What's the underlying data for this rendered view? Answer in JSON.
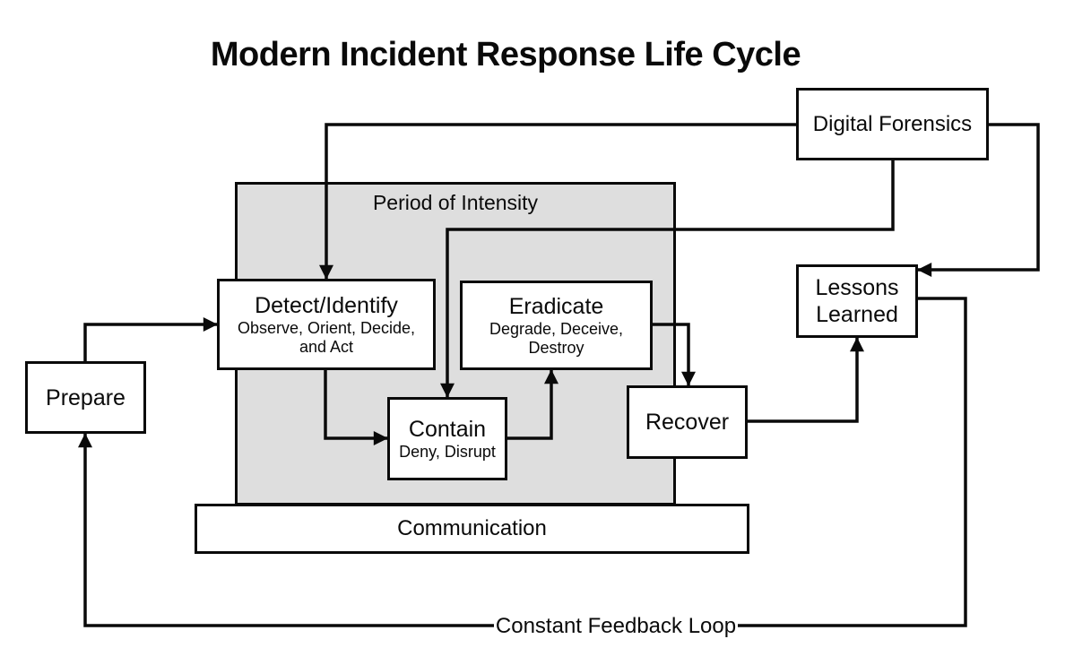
{
  "title": "Modern Incident Response Life Cycle",
  "regions": {
    "period_of_intensity": {
      "label": "Period of Intensity"
    },
    "communication": {
      "label": "Communication"
    }
  },
  "nodes": {
    "prepare": {
      "label": "Prepare"
    },
    "detect_identify": {
      "label": "Detect/Identify",
      "sublabel": "Observe, Orient, Decide, and Act"
    },
    "eradicate": {
      "label": "Eradicate",
      "sublabel": "Degrade, Deceive, Destroy"
    },
    "contain": {
      "label": "Contain",
      "sublabel": "Deny, Disrupt"
    },
    "recover": {
      "label": "Recover"
    },
    "digital_forensics": {
      "label": "Digital Forensics"
    },
    "lessons_learned": {
      "label": "Lessons Learned"
    }
  },
  "annotations": {
    "feedback_loop": {
      "label": "Constant Feedback Loop"
    }
  },
  "colors": {
    "intensity_fill": "#dedede",
    "line": "#0a0a0a",
    "node_fill": "#ffffff",
    "background": "#ffffff"
  }
}
